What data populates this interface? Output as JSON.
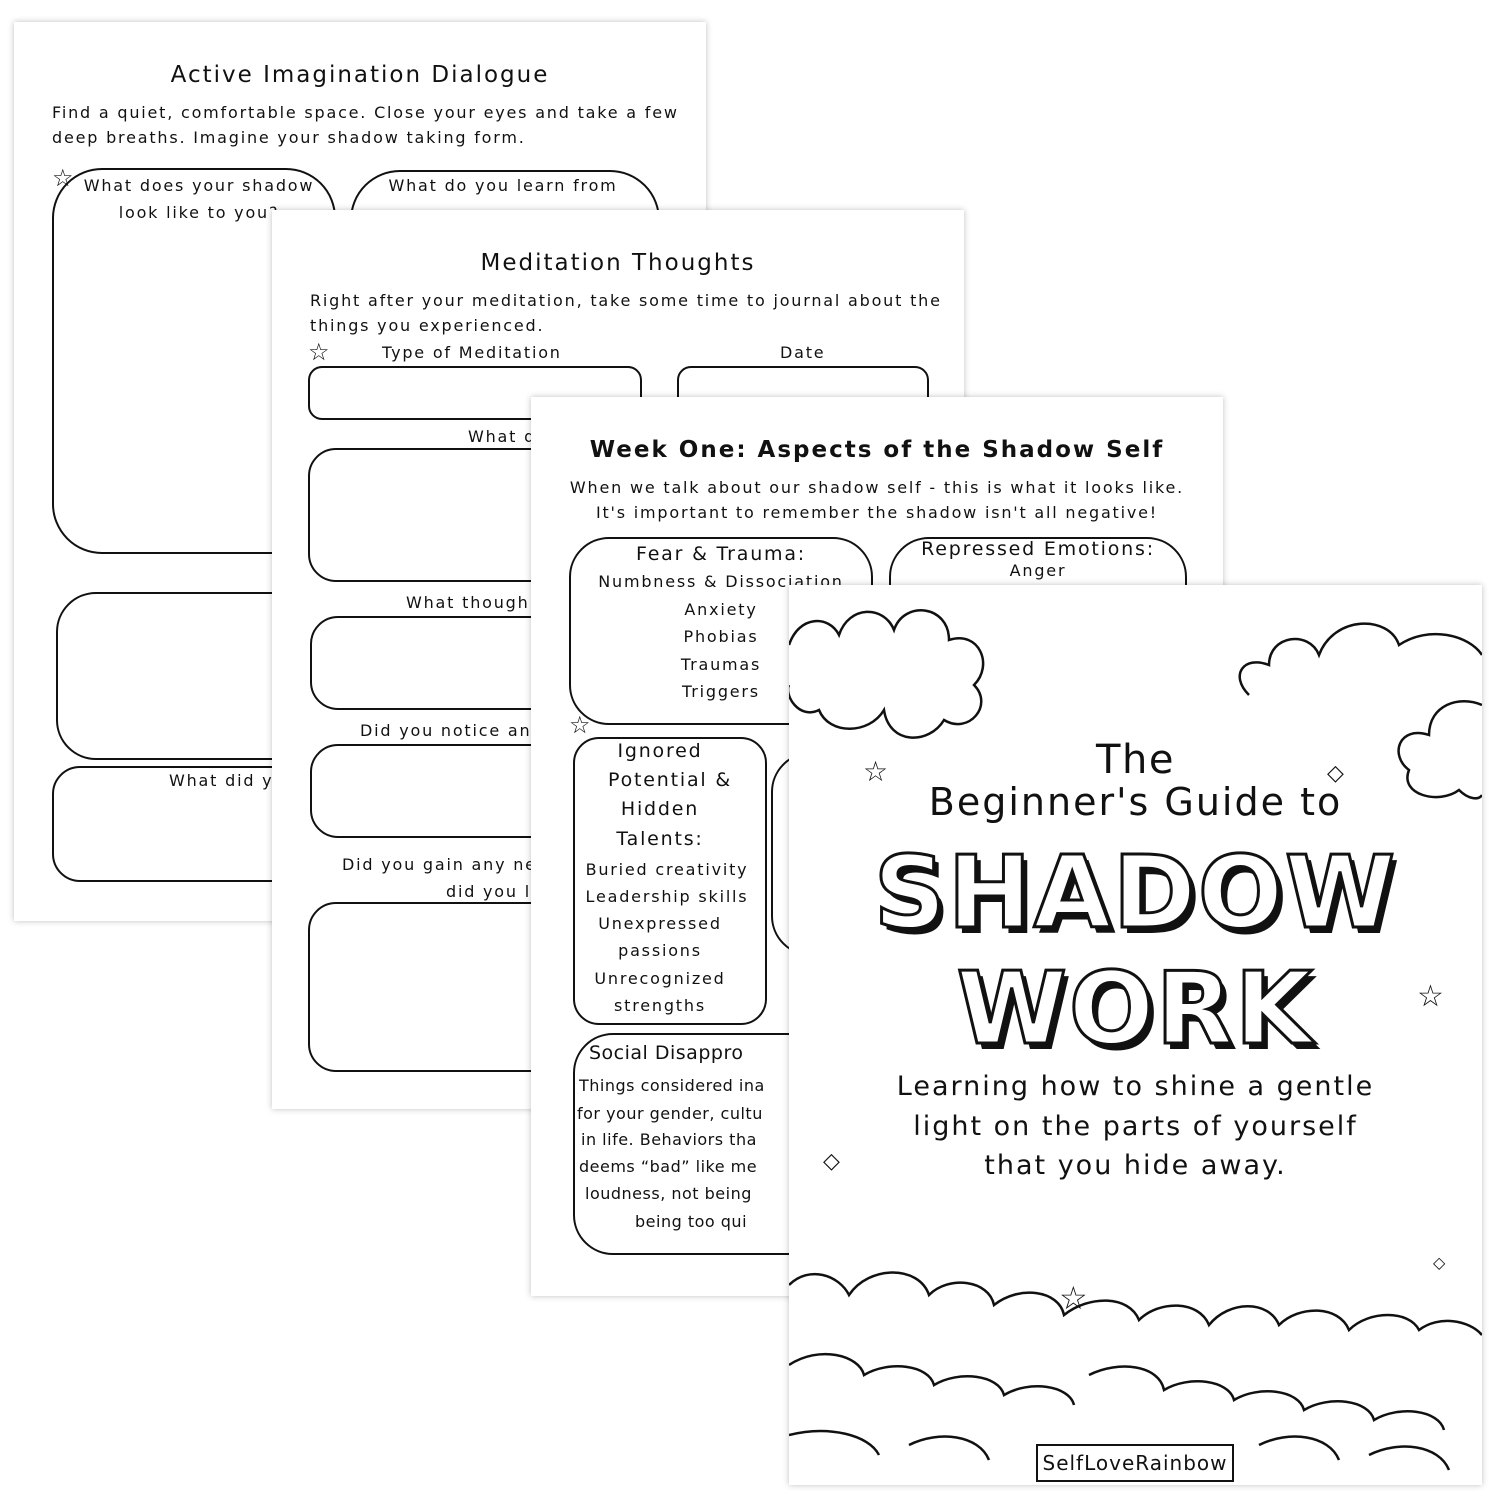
{
  "page1": {
    "title": "Active Imagination Dialogue",
    "intro": [
      "Find a quiet, comfortable space. Close your eyes and take a few",
      "deep breaths. Imagine your shadow taking form."
    ],
    "prompt1": [
      "What does your shadow",
      "look like to you?"
    ],
    "prompt2": "What do you learn from",
    "prompt3": "What did y"
  },
  "page2": {
    "title": "Meditation Thoughts",
    "intro": [
      "Right after your meditation, take some time to journal about the",
      "things you experienced."
    ],
    "type_label": "Type of Meditation",
    "date_label": "Date",
    "q1": "What d",
    "q2": "What though",
    "q3": "Did you notice an",
    "q4": [
      "Did you gain any ne",
      "did you l"
    ]
  },
  "page3": {
    "title": "Week One: Aspects of the Shadow Self",
    "intro": [
      "When we talk about our shadow self - this is what it looks like.",
      "It's important to remember the shadow isn't all negative!"
    ],
    "fear": {
      "heading": "Fear & Trauma:",
      "items": [
        "Numbness & Dissociation",
        "Anxiety",
        "Phobias",
        "Traumas",
        "Triggers"
      ]
    },
    "repressed": {
      "heading": "Repressed Emotions:",
      "items": [
        "Anger"
      ]
    },
    "ignored": {
      "heading": [
        "Ignored",
        "Potential &",
        "Hidden",
        "Talents:"
      ],
      "items": [
        "Buried creativity",
        "Leadership skills",
        "Unexpressed",
        "passions",
        "Unrecognized",
        "strengths"
      ]
    },
    "social": {
      "heading": "Social Disappro",
      "lines": [
        "Things considered ina",
        "for your gender, cultu",
        "in life. Behaviors tha",
        "deems “bad” like me",
        "loudness, not being",
        "being too qui"
      ]
    }
  },
  "cover": {
    "the": "The",
    "subtitle": "Beginner's Guide to",
    "word1": "SHADOW",
    "word2": "WORK",
    "tagline": [
      "Learning how to shine a gentle",
      "light on the parts of yourself",
      "that you hide away."
    ],
    "brand": "SelfLoveRainbow"
  }
}
